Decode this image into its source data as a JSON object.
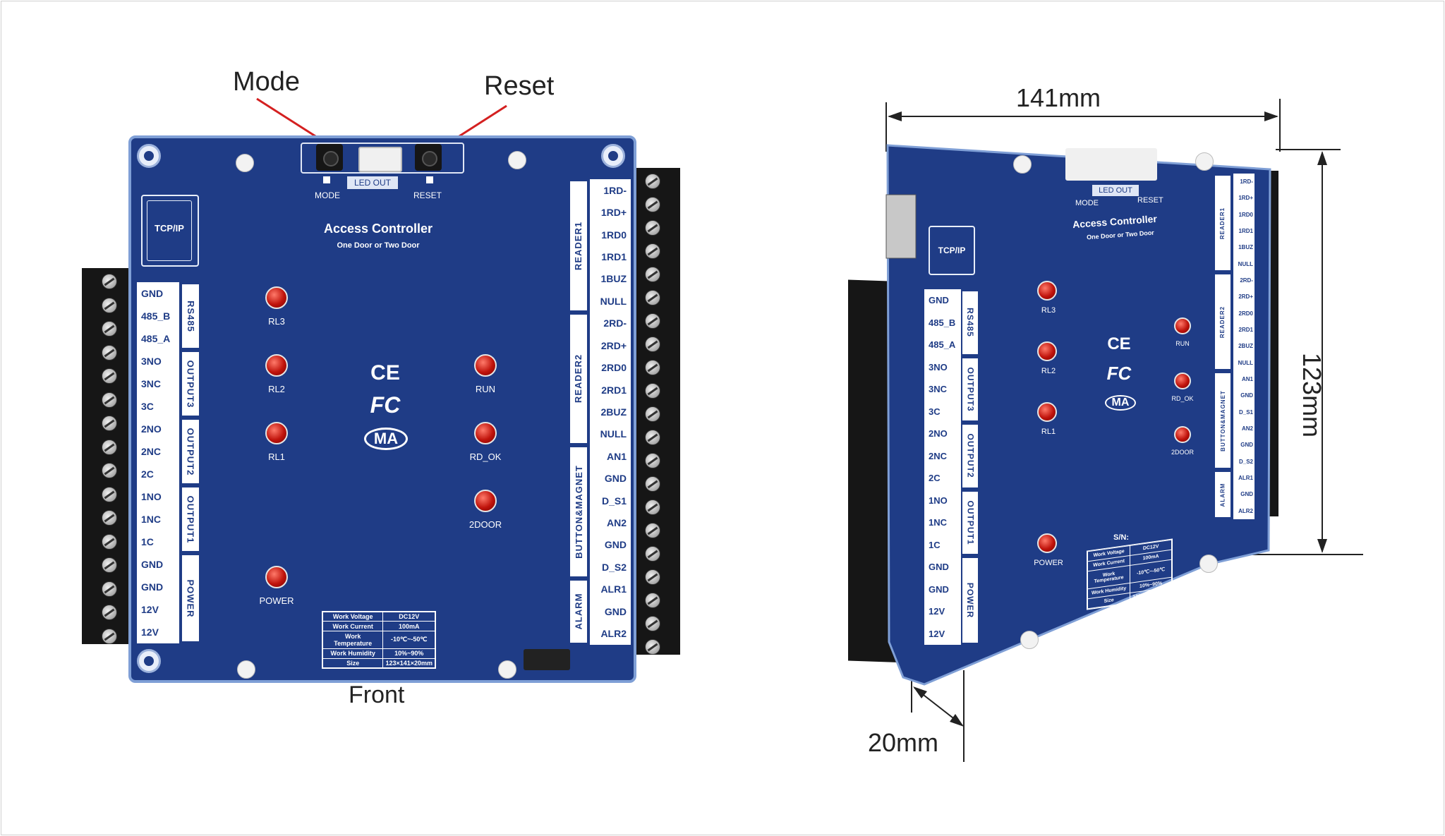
{
  "callouts": {
    "mode": "Mode",
    "reset": "Reset",
    "front": "Front",
    "width": "141mm",
    "height": "123mm",
    "depth": "20mm"
  },
  "board": {
    "title": "Access Controller",
    "subtitle": "One Door or Two Door",
    "tcpip": "TCP/IP",
    "led_out": "LED OUT",
    "mode_label": "MODE",
    "reset_label": "RESET",
    "sn_label": "S/N:",
    "certs": {
      "ce": "CE",
      "fc": "FC",
      "ma": "MA"
    }
  },
  "left_pins": [
    "GND",
    "485_B",
    "485_A",
    "3NO",
    "3NC",
    "3C",
    "2NO",
    "2NC",
    "2C",
    "1NO",
    "1NC",
    "1C",
    "GND",
    "GND",
    "12V",
    "12V"
  ],
  "left_groups": [
    "RS485",
    "OUTPUT3",
    "OUTPUT2",
    "OUTPUT1",
    "POWER"
  ],
  "right_pins": [
    "1RD-",
    "1RD+",
    "1RD0",
    "1RD1",
    "1BUZ",
    "NULL",
    "2RD-",
    "2RD+",
    "2RD0",
    "2RD1",
    "2BUZ",
    "NULL",
    "AN1",
    "GND",
    "D_S1",
    "AN2",
    "GND",
    "D_S2",
    "ALR1",
    "GND",
    "ALR2"
  ],
  "right_groups": [
    "READER1",
    "READER2",
    "BUTTON&MAGNET",
    "ALARM"
  ],
  "leds": {
    "rl3": "RL3",
    "rl2": "RL2",
    "rl1": "RL1",
    "power": "POWER",
    "run": "RUN",
    "rd_ok": "RD_OK",
    "door2": "2DOOR"
  },
  "spec": [
    [
      "Work Voltage",
      "DC12V"
    ],
    [
      "Work Current",
      "100mA"
    ],
    [
      "Work Temperature",
      "-10℃~-50℃"
    ],
    [
      "Work Humidity",
      "10%~90%"
    ],
    [
      "Size",
      "123×141×20mm"
    ]
  ],
  "colors": {
    "board": "#1f3c86",
    "edge": "#7f9fd6",
    "led": "#c0140c",
    "callout_line": "#d42020"
  }
}
